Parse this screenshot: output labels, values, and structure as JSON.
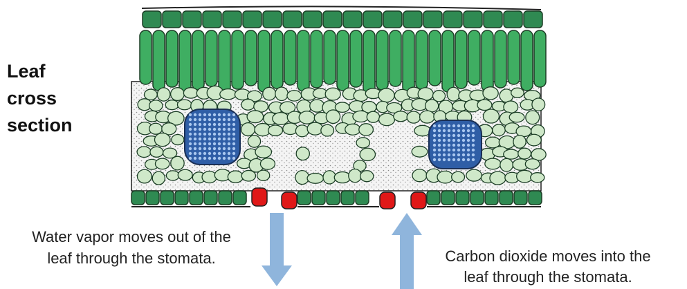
{
  "title": {
    "lines": [
      "Leaf",
      "cross",
      "section"
    ]
  },
  "captions": {
    "left": [
      "Water vapor moves out of the",
      "leaf through the stomata."
    ],
    "right": [
      "Carbon dioxide moves into the",
      "leaf through the stomata."
    ]
  },
  "colors": {
    "epidermis": "#2f8a52",
    "palisade": "#3fae62",
    "spongy": "#cfe8c9",
    "vein": "#3a6fb8",
    "guard_cell": "#e01818",
    "arrow": "#8fb5dc",
    "air_space_stipple": "#8a8a8a"
  },
  "icons": {
    "left_arrow": "arrow-down-icon",
    "right_arrow": "arrow-up-icon"
  }
}
